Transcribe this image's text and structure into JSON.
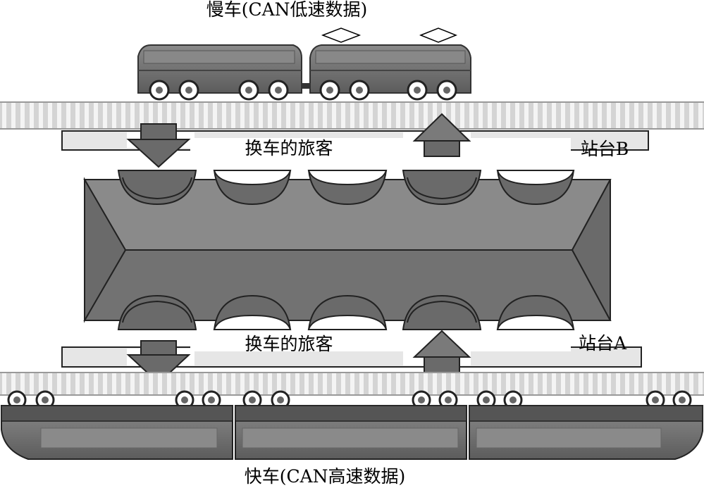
{
  "slow_train_label": "慢车(CAN低速数据)",
  "fast_train_label": "快车(CAN高速数据)",
  "transfer_label_top": "换车的旅客",
  "transfer_label_bottom": "换车的旅客",
  "platform_b_label": "站台B",
  "platform_a_label": "站台A",
  "colors": {
    "train_body": "#6e6e6e",
    "train_stripe": "#8c8c8c",
    "station_body": "#7a7a7a",
    "track": "#cfcfcf",
    "platform": "#e2e2e2",
    "arrow": "#777777"
  }
}
